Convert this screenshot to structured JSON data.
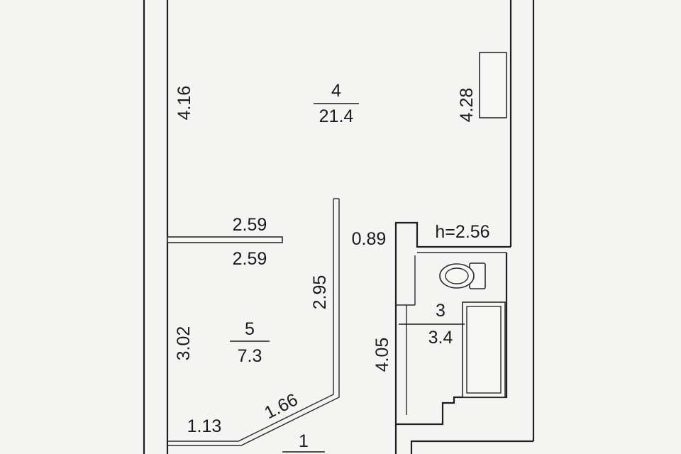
{
  "rooms": [
    {
      "number": "4",
      "area": "21.4"
    },
    {
      "number": "5",
      "area": "7.3"
    },
    {
      "number": "3",
      "area": "3.4"
    },
    {
      "number": "1"
    }
  ],
  "dimensions": {
    "room4_left_wall": "4.16",
    "room4_right_wall": "4.28",
    "partition_top": "2.59",
    "partition_bottom": "2.59",
    "room5_left_wall": "3.02",
    "room5_right_wall": "2.95",
    "diagonal_wall": "1.66",
    "corridor_wall": "1.13",
    "bathroom_wall_top": "0.89",
    "bathroom_side": "4.05"
  },
  "ceiling_height": "h=2.56",
  "colors": {
    "background": "#f4f4f2",
    "lines": "#1e1e1e"
  }
}
